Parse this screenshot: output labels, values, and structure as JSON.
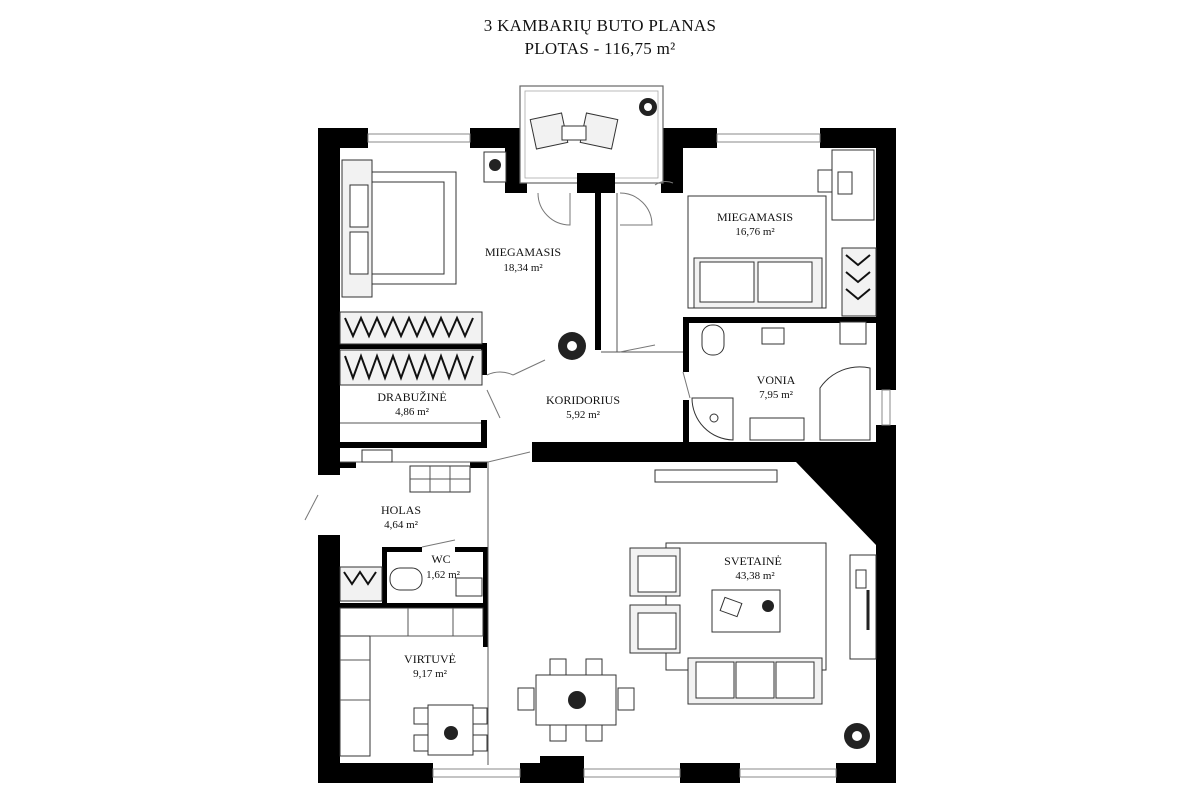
{
  "plan": {
    "title": "3 KAMBARIŲ BUTO PLANAS",
    "area_label": "PLOTAS - 116,75 m²"
  },
  "rooms": [
    {
      "id": "bedroom1",
      "name": "MIEGAMASIS",
      "area": "18,34 m²"
    },
    {
      "id": "bedroom2",
      "name": "MIEGAMASIS",
      "area": "16,76 m²"
    },
    {
      "id": "bathroom",
      "name": "VONIA",
      "area": "7,95 m²"
    },
    {
      "id": "wardrobe",
      "name": "DRABUŽINĖ",
      "area": "4,86 m²"
    },
    {
      "id": "corridor",
      "name": "KORIDORIUS",
      "area": "5,92 m²"
    },
    {
      "id": "hall",
      "name": "HOLAS",
      "area": "4,64 m²"
    },
    {
      "id": "wc",
      "name": "WC",
      "area": "1,62 m²"
    },
    {
      "id": "living",
      "name": "SVETAINĖ",
      "area": "43,38 m²"
    },
    {
      "id": "kitchen",
      "name": "VIRTUVĖ",
      "area": "9,17 m²"
    }
  ]
}
